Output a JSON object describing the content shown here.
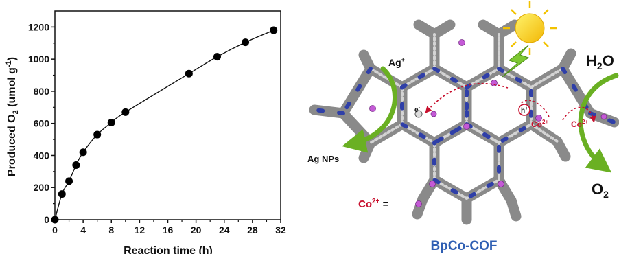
{
  "chart_data": {
    "type": "line",
    "title": "",
    "xlabel": "Reaction time (h)",
    "ylabel": "Produced O2 (umol g-1)",
    "ylabel_parts": {
      "pre": "Produced O",
      "sub": "2",
      "mid": " (umol g",
      "sup": "-1",
      "post": ")"
    },
    "xlim": [
      0,
      32
    ],
    "ylim": [
      0,
      1300
    ],
    "xticks": [
      0,
      4,
      8,
      12,
      16,
      20,
      24,
      28,
      32
    ],
    "yticks": [
      0,
      200,
      400,
      600,
      800,
      1000,
      1200
    ],
    "grid": false,
    "series": [
      {
        "marker": "circle",
        "color": "#000000",
        "x": [
          0,
          1,
          2,
          3,
          4,
          6,
          8,
          10,
          19,
          23,
          27,
          31
        ],
        "y": [
          0,
          160,
          240,
          340,
          420,
          530,
          605,
          670,
          910,
          1015,
          1105,
          1180
        ]
      }
    ]
  },
  "scheme": {
    "ag_ion": {
      "base": "Ag",
      "sup": "+"
    },
    "ag_nps": "Ag NPs",
    "electron": {
      "base": "e",
      "sup": "-"
    },
    "hole": {
      "base": "h",
      "sup": "+"
    },
    "co_a": {
      "base": "Co",
      "sup": "2+"
    },
    "co_b": {
      "base": "Co",
      "sup": "2+"
    },
    "h2o": {
      "pre": "H",
      "sub": "2",
      "post": "O"
    },
    "o2": {
      "pre": "O",
      "sub": "2"
    },
    "legend": {
      "base": "Co",
      "sup": "2+",
      "eq": " = "
    },
    "caption": "BpCo-COF",
    "colors": {
      "red": "#c8102e",
      "blue": "#2f5fb3",
      "green": "#6ab023",
      "ion": "#c45ad6",
      "framework": "#8c8c8c"
    }
  }
}
